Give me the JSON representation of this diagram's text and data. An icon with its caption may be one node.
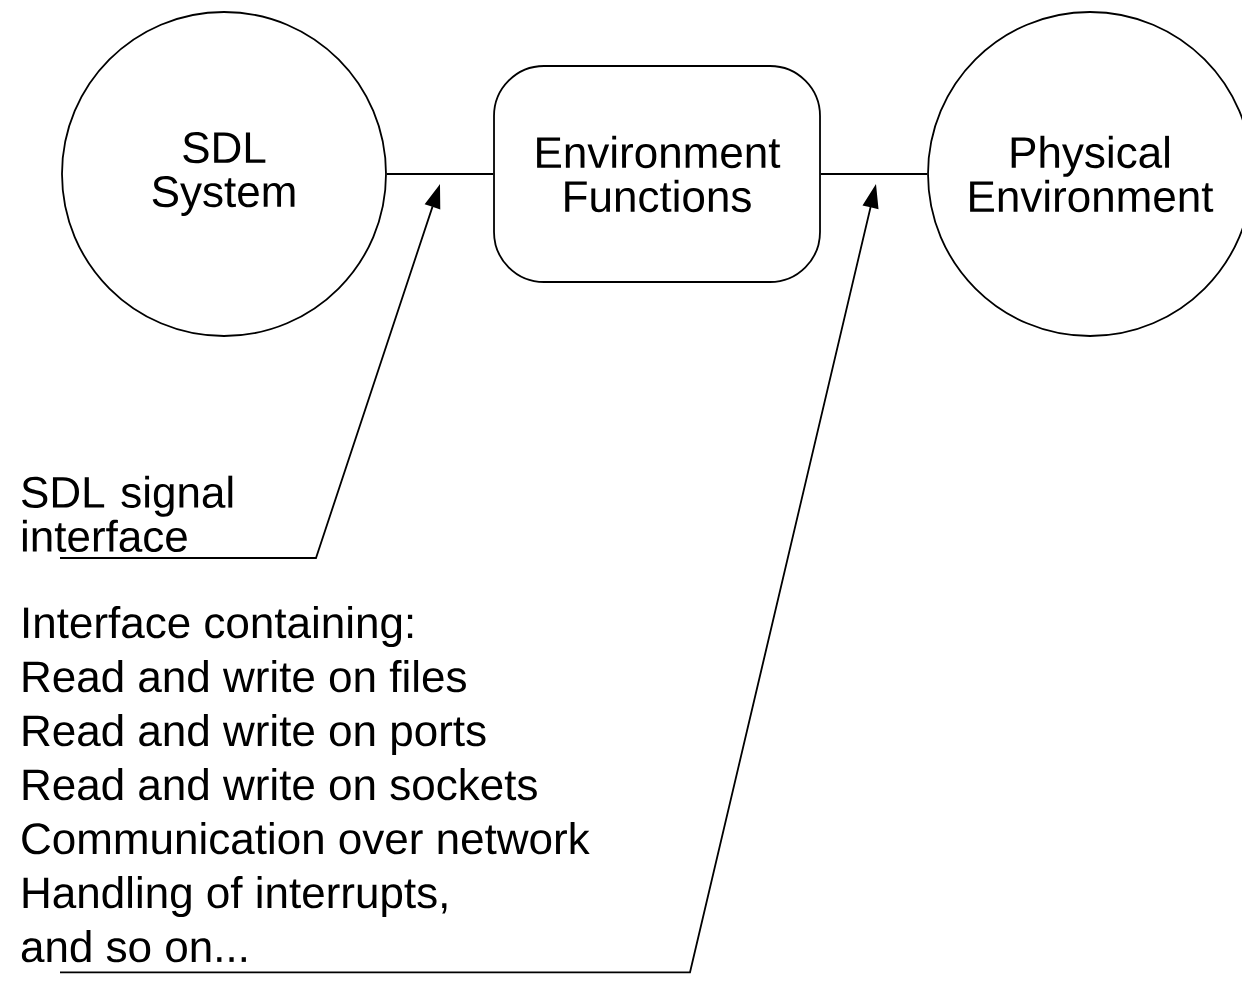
{
  "diagram": {
    "nodes": [
      {
        "text": [
          "SDL System"
        ]
      },
      {
        "text": [
          "Environment Functions"
        ]
      },
      {
        "text": [
          "Physical Environment"
        ]
      },
      {
        "text": [
          "SDL signal interface"
        ]
      },
      {
        "text": [
          "Interface containing:",
          "Read and write on files",
          "Read and write on ports",
          "Read and write on sockets",
          "Communication over network",
          "Handling of interrupts,",
          "and so on..."
        ]
      }
    ],
    "edges": [
      {
        "from": 0,
        "to": 1,
        "arrow": "none"
      },
      {
        "from": 1,
        "to": 2,
        "arrow": "none"
      },
      {
        "from": 3,
        "to": null,
        "arrow": "to"
      },
      {
        "from": 4,
        "to": null,
        "arrow": "to"
      }
    ]
  }
}
